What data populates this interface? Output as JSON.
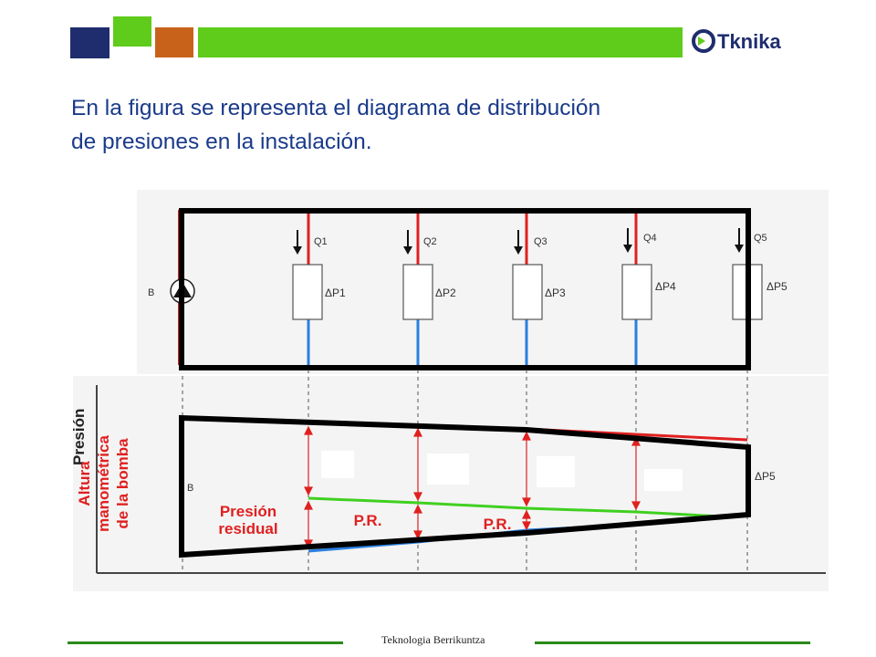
{
  "header": {
    "logo_text": "Tknika",
    "colors": {
      "navy": "#1f2d6e",
      "green": "#5fcb1a",
      "orange": "#c8621a"
    }
  },
  "title": {
    "line1": "En la figura se representa el diagrama de distribución",
    "line2": "de presiones en la instalación."
  },
  "diagram": {
    "pump_label": "B",
    "flows": [
      "Q1",
      "Q2",
      "Q3",
      "Q4",
      "Q5"
    ],
    "pressure_drops": [
      "ΔP1",
      "ΔP2",
      "ΔP3",
      "ΔP4",
      "ΔP5"
    ],
    "y_axis_label": "Presión",
    "pump_head_label": [
      "Altura",
      "manométrica",
      "de la bomba"
    ],
    "residual_label": [
      "Presión",
      "residual"
    ],
    "pr_label_1": "P.R.",
    "pr_label_2": "P.R.",
    "graph_b_label": "B",
    "graph_dp5_label": "ΔP5"
  },
  "footer": {
    "text": "Teknologia Berrikuntza"
  }
}
